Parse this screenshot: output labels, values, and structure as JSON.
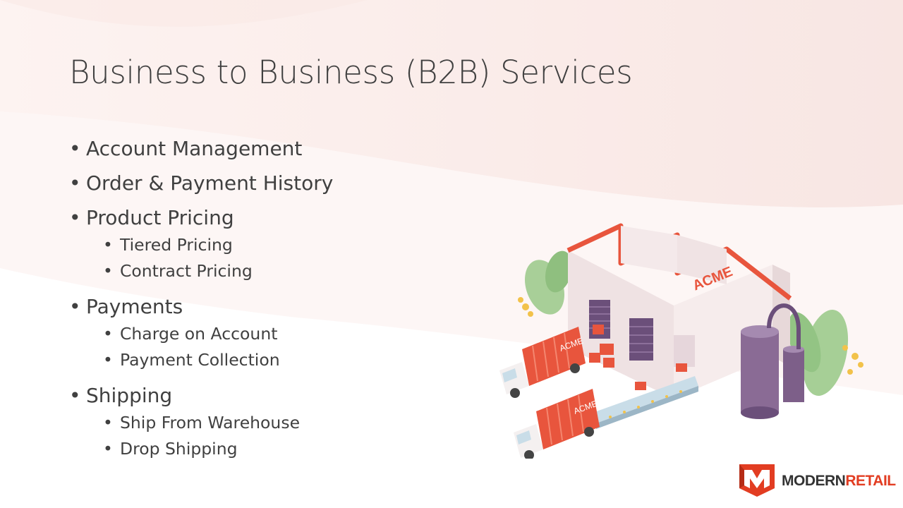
{
  "slide": {
    "title": "Business to Business (B2B) Services",
    "bullets": [
      {
        "label": "Account Management",
        "sub": []
      },
      {
        "label": "Order & Payment History",
        "sub": []
      },
      {
        "label": "Product Pricing",
        "sub": [
          "Tiered Pricing",
          "Contract Pricing"
        ]
      },
      {
        "label": "Payments",
        "sub": [
          "Charge on Account",
          "Payment Collection"
        ]
      },
      {
        "label": "Shipping",
        "sub": [
          "Ship From Warehouse",
          "Drop Shipping"
        ]
      }
    ]
  },
  "illustration": {
    "factory_sign": "ACME",
    "truck_top_label": "ACME",
    "truck_bottom_label": "ACME"
  },
  "logo": {
    "word1": "MODERN",
    "word2": "RETAIL"
  },
  "colors": {
    "background_band": "#fbeeeb",
    "title_text": "#404040",
    "accent_red": "#e8553d",
    "factory_wall": "#f3e6e6",
    "door_purple": "#6b4f7a",
    "foliage_green": "#9cc78a"
  }
}
